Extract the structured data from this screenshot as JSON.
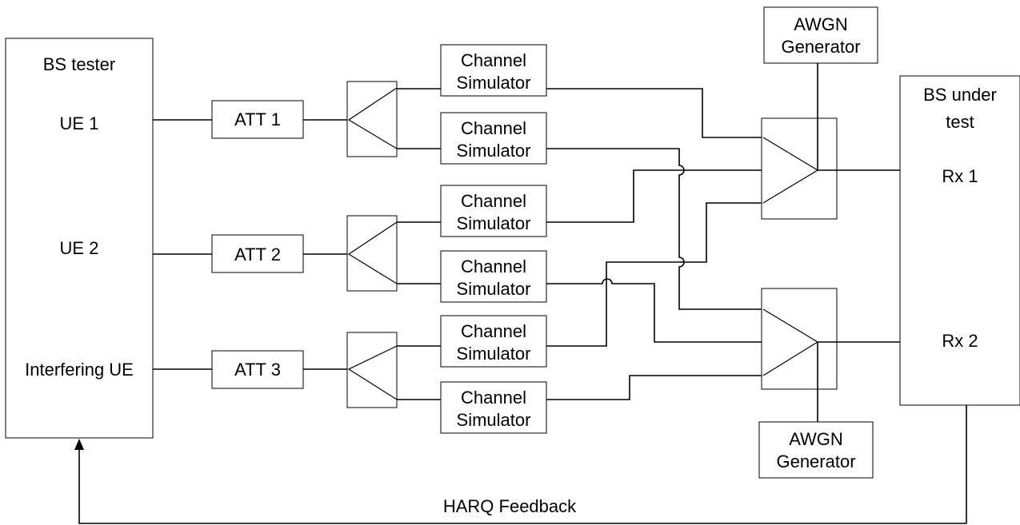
{
  "tester": {
    "title": "BS tester",
    "ports": [
      "UE 1",
      "UE 2",
      "Interfering UE"
    ]
  },
  "attenuators": [
    "ATT 1",
    "ATT 2",
    "ATT 3"
  ],
  "channel_simulator": {
    "line1": "Channel",
    "line2": "Simulator"
  },
  "awgn_generator": {
    "line1": "AWGN",
    "line2": "Generator"
  },
  "dut": {
    "title_line1": "BS under",
    "title_line2": "test",
    "ports": [
      "Rx 1",
      "Rx 2"
    ]
  },
  "feedback": {
    "label": "HARQ Feedback"
  }
}
